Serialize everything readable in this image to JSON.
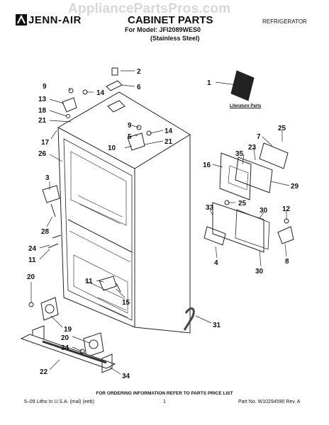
{
  "header": {
    "watermark": "AppliancePartsPros.com",
    "brand": "JENN-AIR",
    "title": "CABINET PARTS",
    "model": "For Model: JFI2089WES0",
    "variant": "(Stainless Steel)",
    "appliance": "REFRIGERATOR"
  },
  "literature_label": "Literature Parts",
  "footer": {
    "note": "FOR ORDERING INFORMATION REFER TO PARTS PRICE LIST",
    "left": "9–09 Litho In U.S.A. (mal) (eeb)",
    "page": "1",
    "part_no": "Part No. W10294590 Rev. A"
  },
  "callouts": [
    {
      "id": "c2",
      "label": "2"
    },
    {
      "id": "c6",
      "label": "6"
    },
    {
      "id": "c9a",
      "label": "9"
    },
    {
      "id": "c14a",
      "label": "14"
    },
    {
      "id": "c13",
      "label": "13"
    },
    {
      "id": "c18",
      "label": "18"
    },
    {
      "id": "c21a",
      "label": "21"
    },
    {
      "id": "c17",
      "label": "17"
    },
    {
      "id": "c26",
      "label": "26"
    },
    {
      "id": "c9b",
      "label": "9"
    },
    {
      "id": "c5",
      "label": "5"
    },
    {
      "id": "c10",
      "label": "10"
    },
    {
      "id": "c14b",
      "label": "14"
    },
    {
      "id": "c21b",
      "label": "21"
    },
    {
      "id": "c1",
      "label": "1"
    },
    {
      "id": "c25a",
      "label": "25"
    },
    {
      "id": "c7",
      "label": "7"
    },
    {
      "id": "c23",
      "label": "23"
    },
    {
      "id": "c35",
      "label": "35"
    },
    {
      "id": "c16",
      "label": "16"
    },
    {
      "id": "c29",
      "label": "29"
    },
    {
      "id": "c3",
      "label": "3"
    },
    {
      "id": "c28",
      "label": "28"
    },
    {
      "id": "c25b",
      "label": "25"
    },
    {
      "id": "c33",
      "label": "33"
    },
    {
      "id": "c30a",
      "label": "30"
    },
    {
      "id": "c12",
      "label": "12"
    },
    {
      "id": "c24",
      "label": "24"
    },
    {
      "id": "c11a",
      "label": "11"
    },
    {
      "id": "c4",
      "label": "4"
    },
    {
      "id": "c8",
      "label": "8"
    },
    {
      "id": "c30b",
      "label": "30"
    },
    {
      "id": "c20a",
      "label": "20"
    },
    {
      "id": "c11b",
      "label": "11"
    },
    {
      "id": "c15",
      "label": "15"
    },
    {
      "id": "c31",
      "label": "31"
    },
    {
      "id": "c19",
      "label": "19"
    },
    {
      "id": "c20b",
      "label": "20"
    },
    {
      "id": "c34a",
      "label": "34"
    },
    {
      "id": "c22",
      "label": "22"
    },
    {
      "id": "c34b",
      "label": "34"
    }
  ]
}
